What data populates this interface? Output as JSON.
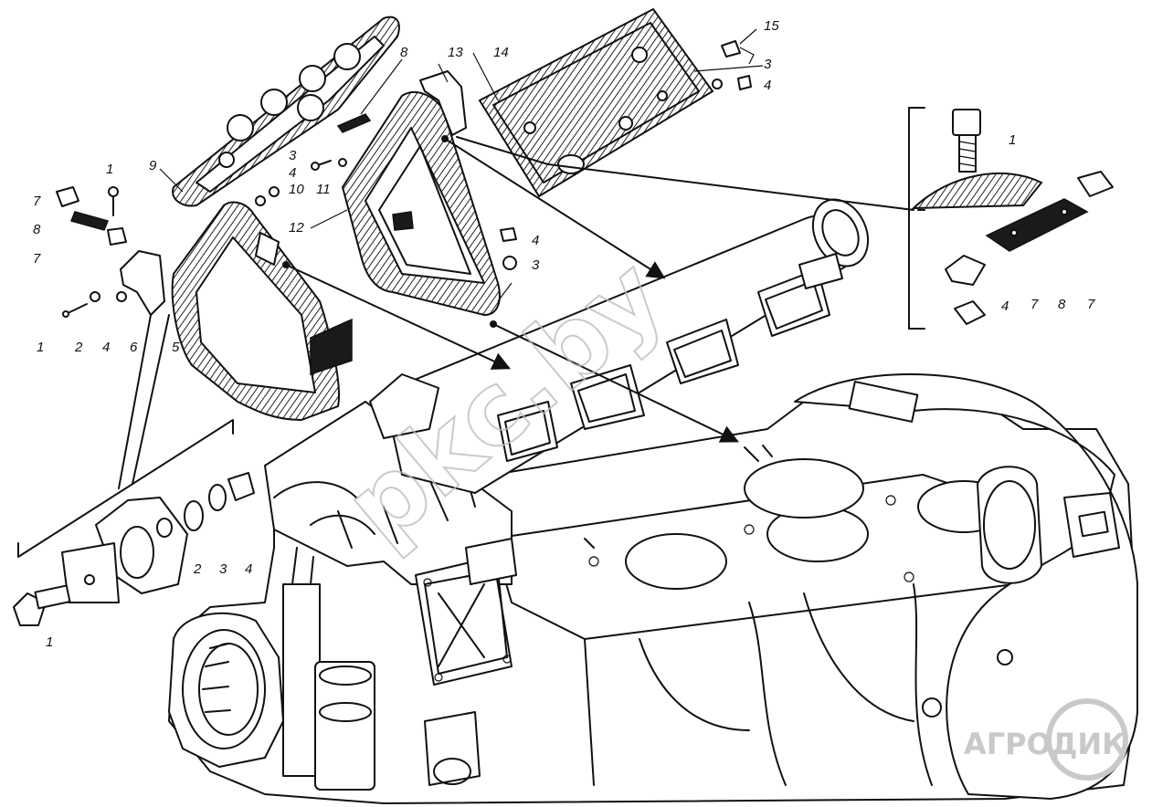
{
  "diagram": {
    "callout_numbers": {
      "c15": "15",
      "c14": "14",
      "c13": "13",
      "c8a": "8",
      "c3a": "3",
      "c4a": "4",
      "c9": "9",
      "c3b": "3",
      "c4b": "4",
      "c10": "10",
      "c11": "11",
      "c12": "12",
      "c4c": "4",
      "c3c": "3",
      "c1a": "1",
      "c7a": "7",
      "c8b": "8",
      "c7b": "7",
      "c1b": "1",
      "c2a": "2",
      "c4d": "4",
      "c6": "6",
      "c5": "5",
      "c1c": "1",
      "c7c": "7",
      "c8c": "8",
      "c7d": "7",
      "c4e": "4",
      "c2b": "2",
      "c3d": "3",
      "c4f": "4",
      "c1d": "1"
    },
    "watermark": "pkc.by",
    "logo": "АГРОДИК"
  }
}
